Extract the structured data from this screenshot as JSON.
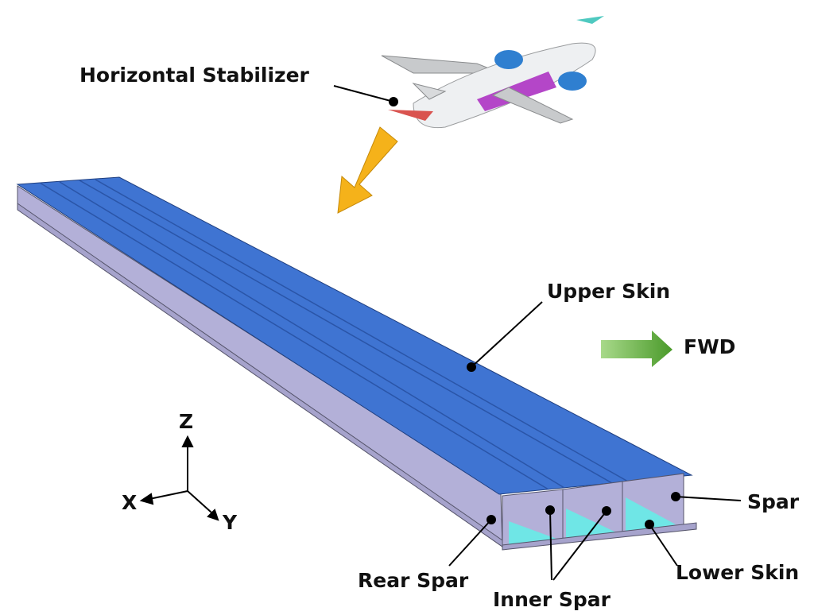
{
  "labels": {
    "horizontal_stabilizer": "Horizontal Stabilizer",
    "upper_skin": "Upper Skin",
    "fwd": "FWD",
    "spar": "Spar",
    "rear_spar": "Rear Spar",
    "inner_spar": "Inner Spar",
    "lower_skin": "Lower Skin"
  },
  "axes": {
    "z": "Z",
    "x": "X",
    "y": "Y"
  },
  "colors": {
    "upper_skin": "#3f74d2",
    "spar": "#b3b0d8",
    "lower_skin": "#6fe6e6",
    "arrow_orange": "#f5b21a",
    "arrow_green": "#5fae3a"
  }
}
